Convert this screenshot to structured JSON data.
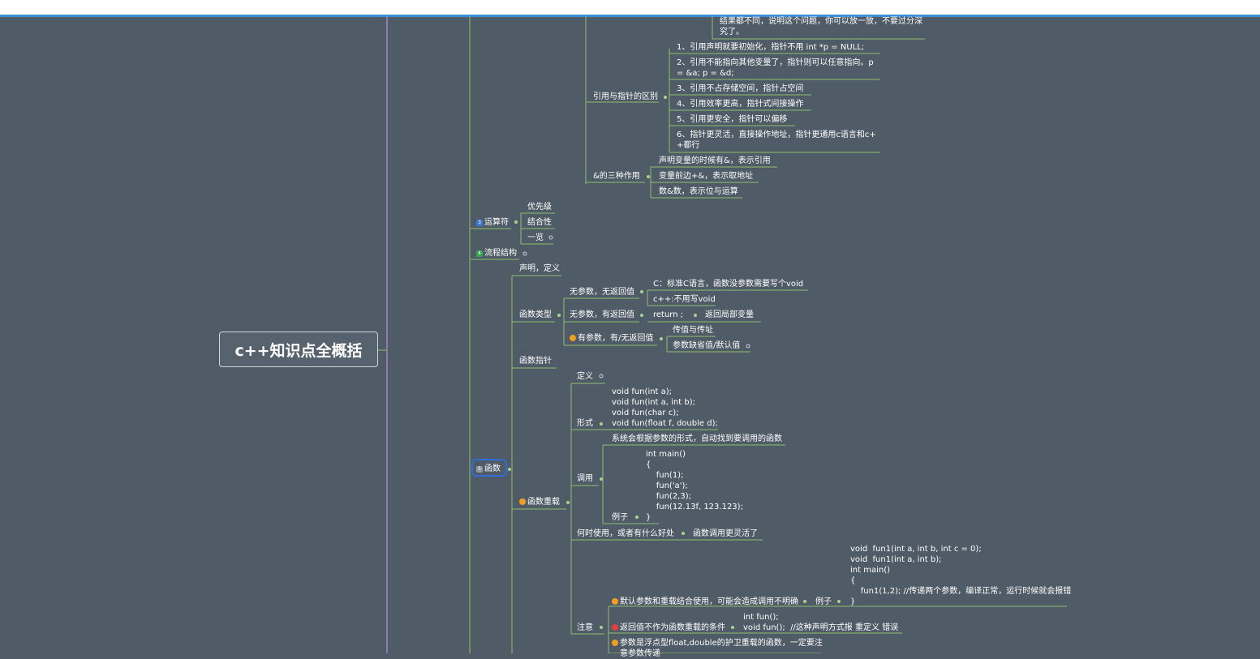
{
  "root": "c++知识点全概括",
  "top_note": [
    "结果都不同，说明这个问题，你可以放一放，不要过分深",
    "究了。"
  ],
  "ref_vs_ptr": {
    "label": "引用与指针的区别",
    "items": [
      [
        "1、引用声明就要初始化，指针不用  int *p = NULL;"
      ],
      [
        "2、引用不能指向其他变量了，指针则可以任意指向。p",
        "= &a; p = &d;"
      ],
      [
        "3、引用不占存储空间，指针占空间"
      ],
      [
        "4、引用效率更高，指针式间接操作"
      ],
      [
        "5、引用更安全，指针可以偏移"
      ],
      [
        "6、指针更灵活，直接操作地址，指针更通用c语言和c+",
        "+都行"
      ]
    ]
  },
  "amp": {
    "label": "&的三种作用",
    "items": [
      "声明变量的时候有&，表示引用",
      "变量前边+&，表示取地址",
      "数&数，表示位与运算"
    ]
  },
  "operators": {
    "badge": "3",
    "label": "运算符",
    "items": [
      "优先级",
      "结合性",
      "一览"
    ]
  },
  "flow": {
    "badge": "4",
    "label": "流程结构"
  },
  "functions": {
    "badge": "5",
    "label": "函数",
    "decl": "声明，定义",
    "types": {
      "label": "函数类型",
      "no_param_no_ret": "无参数，无返回值",
      "c_note": "C：标准C语言，函数没参数需要写个void",
      "cpp_note": "c++:不用写void",
      "no_param_ret": "无参数，有返回值",
      "return_kw": "return ;",
      "return_local": "返回局部变量",
      "param": "有参数，有/无返回值",
      "pass": "传值与传址",
      "default_param": "参数缺省值/默认值"
    },
    "pointer": "函数指针",
    "overload": {
      "label": "函数重载",
      "def": "定义",
      "form_label": "形式",
      "form_code": [
        "void  fun(int a);",
        "void  fun(int a, int b);",
        "void  fun(char c);",
        "void  fun(float f, double d);"
      ],
      "call_label": "调用",
      "call_note": "系统会根据参数的形式，自动找到要调用的函数",
      "example_label": "例子",
      "call_code": [
        "int main()",
        "{",
        "    fun(1);",
        "    fun('a');",
        "    fun(2,3);",
        "    fun(12.13f, 123.123);",
        "}"
      ],
      "when_label": "何时使用，或者有什么好处",
      "when_answer": "函数调用更灵活了",
      "note_label": "注意",
      "default_note": "默认参数和重载结合使用，可能会造成调用不明确",
      "example2_label": "例子",
      "default_code": [
        "void  fun1(int a, int b, int c = 0);",
        "void  fun1(int a, int b);",
        "int main()",
        "{",
        "    fun1(1,2); //传递两个参数，编译正常，运行时候就会报错",
        "}"
      ],
      "ret_note": "返回值不作为函数重载的条件",
      "ret_code": [
        "int fun();",
        "void fun();  //这种声明方式报 重定义 错误"
      ],
      "float_note": [
        "参数是浮点型float,double的护卫重载的函数，一定要注",
        "意参数传递"
      ]
    }
  },
  "colors": {
    "background": "#4f5b66",
    "edge": "#8fbf70",
    "trunk": "#9f86c8",
    "selection": "#2f6fd6",
    "badge_blue": "#3a7bd5",
    "badge_green": "#3aa655",
    "badge_gray": "#8c969f",
    "dot_orange": "#f0a020",
    "dot_red": "#e04040"
  }
}
